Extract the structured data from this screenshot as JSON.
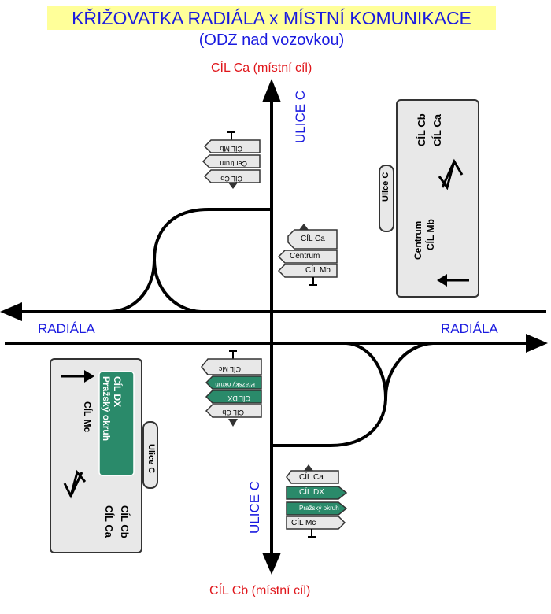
{
  "title": "KŘIŽOVATKA RADIÁLA x MÍSTNÍ KOMUNIKACE",
  "subtitle": "(ODZ nad vozovkou)",
  "dest_top": "CÍL Ca (místní cíl)",
  "dest_bottom": "CÍL Cb  (místní cíl)",
  "road_radiala_left": "RADIÁLA",
  "road_radiala_right": "RADIÁLA",
  "road_ulice_top": "ULICE C",
  "road_ulice_bottom": "ULICE C",
  "colors": {
    "road_label": "#1a1adf",
    "dest": "#e0161b",
    "title_bg": "#ffff99",
    "green_sign": "#2a8a6a",
    "sign_bg": "#e8e8e8"
  },
  "sign_top_right": {
    "line1": "CÍL Cb",
    "line2": "CÍL Ca",
    "line3": "Centrum",
    "line4": "CÍL Mb",
    "street": "Ulice C"
  },
  "sign_bottom_left": {
    "green1": "CÍL DX",
    "green2": "Pražský okruh",
    "line3": "CÍL Mc",
    "line4": "CÍL Cb",
    "line5": "CÍL Ca",
    "street": "Ulice C"
  },
  "pointers_top_left": [
    "CÍL Mb",
    "Centrum",
    "CÍL Cb"
  ],
  "pointers_right": [
    "CÍL Ca",
    "Centrum",
    "CÍL Mb"
  ],
  "pointers_center": [
    "CÍL Mc",
    "Pražský okruh",
    "CÍL DX",
    "CÍL Cb"
  ],
  "pointers_bottom": [
    "CÍL Ca",
    "CÍL DX",
    "Pražský okruh",
    "CÍL Mc"
  ]
}
